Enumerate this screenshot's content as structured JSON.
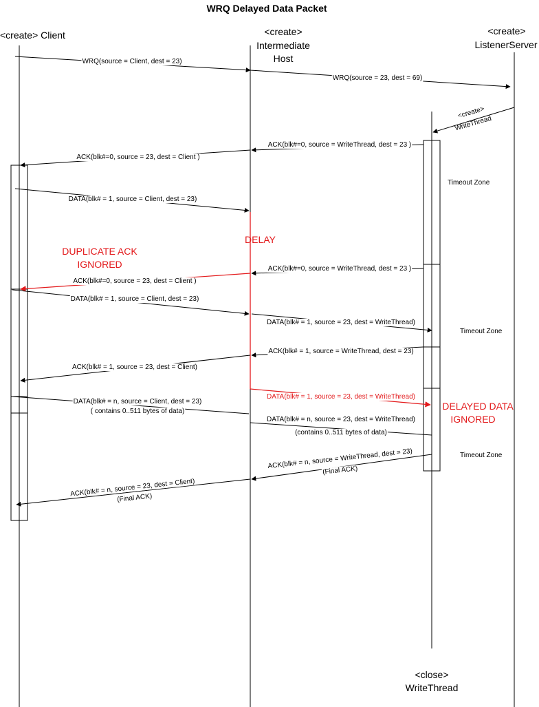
{
  "title": "WRQ Delayed Data Packet",
  "colors": {
    "line": "#000000",
    "highlight": "#e31a1c"
  },
  "participants": {
    "client": {
      "line1": "<create> Client"
    },
    "host": {
      "line1": "<create>",
      "line2": "Intermediate",
      "line3": "Host"
    },
    "server": {
      "line1": "<create>",
      "line2": "ListenerServer"
    },
    "writethread": {
      "create1": "<create>",
      "create2": "WriteThread",
      "close1": "<close>",
      "close2": "WriteThread"
    }
  },
  "messages": [
    {
      "label": "WRQ(source = Client, dest = 23)"
    },
    {
      "label": "WRQ(source = 23, dest = 69)"
    },
    {
      "label": "ACK(blk#=0, source = WriteThread, dest = 23 )"
    },
    {
      "label": "ACK(blk#=0, source = 23, dest = Client )"
    },
    {
      "label": "DATA(blk# = 1, source = Client, dest = 23)"
    },
    {
      "label": "ACK(blk#=0, source = WriteThread, dest = 23 )"
    },
    {
      "label": "ACK(blk#=0, source = 23, dest = Client )"
    },
    {
      "label": "DATA(blk# = 1, source = Client, dest = 23)"
    },
    {
      "label": "DATA(blk# = 1, source = 23, dest = WriteThread)"
    },
    {
      "label": "ACK(blk# = 1, source = WriteThread, dest = 23)"
    },
    {
      "label": "ACK(blk# = 1, source = 23, dest = Client)"
    },
    {
      "label": "DATA(blk# = 1, source = 23, dest = WriteThread)"
    },
    {
      "label": "DATA(blk# = n, source = Client, dest = 23)",
      "sub": "( contains 0..511 bytes of data)"
    },
    {
      "label": "DATA(blk# = n, source = 23, dest = WriteThread)",
      "sub": "(contains 0..511 bytes of data)"
    },
    {
      "label": "ACK(blk# = n, source = WriteThread, dest = 23)",
      "sub": "(Final ACK)"
    },
    {
      "label": "ACK(blk# = n, source = 23, dest = Client)",
      "sub": "(Final ACK)"
    }
  ],
  "notes": {
    "timeout_zone_1": "Timeout Zone",
    "timeout_zone_2": "Timeout Zone",
    "timeout_zone_3": "Timeout Zone",
    "delay": "DELAY",
    "duplicate_ack_1": "DUPLICATE ACK",
    "duplicate_ack_2": "IGNORED",
    "delayed_data_1": "DELAYED DATA",
    "delayed_data_2": "IGNORED"
  }
}
